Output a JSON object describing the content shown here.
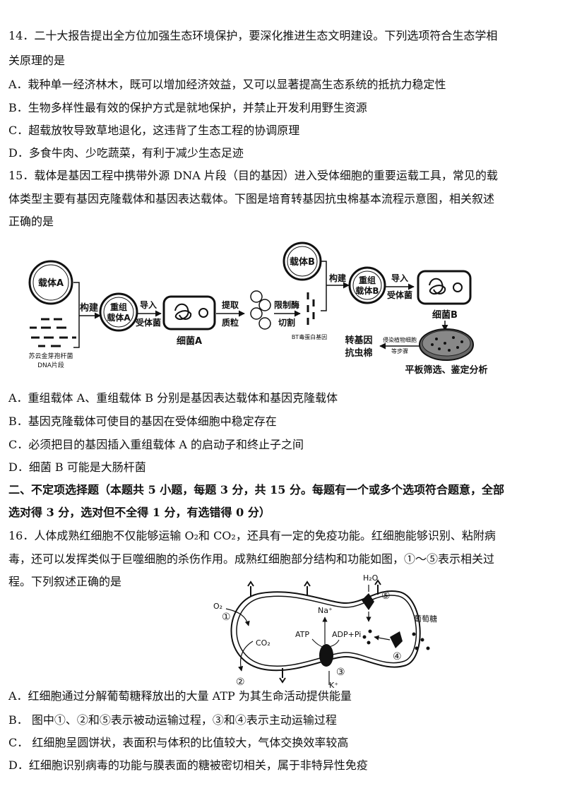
{
  "q14": {
    "stem1": "14．二十大报告提出全方位加强生态环境保护，要深化推进生态文明建设。下列选项符合生态学相",
    "stem2": "关原理的是",
    "a": "A．栽种单一经济林木，既可以增加经济效益，又可以显著提高生态系统的抵抗力稳定性",
    "b": "B．生物多样性最有效的保护方式是就地保护，并禁止开发利用野生资源",
    "c": "C．超载放牧导致草地退化，这违背了生态工程的协调原理",
    "d": "D．多食牛肉、少吃蔬菜，有利于减少生态足迹"
  },
  "q15": {
    "stem1": "15．载体是基因工程中携带外源 DNA 片段（目的基因）进入受体细胞的重要运载工具，常见的载",
    "stem2": "体类型主要有基因克隆载体和基因表达载体。下图是培育转基因抗虫棉基本流程示意图，相关叙述",
    "stem3": "正确的是",
    "a": "A．重组载体 A、重组载体 B 分别是基因表达载体和基因克隆载体",
    "b": "B．基因克隆载体可使目的基因在受体细胞中稳定存在",
    "c": "C．必须把目的基因插入重组载体 A 的启动子和终止子之间",
    "d": "D．细菌 B 可能是大肠杆菌",
    "diagram": {
      "vector_a": "载体A",
      "vector_b": "载体B",
      "build1": "构建",
      "build2": "构建",
      "rec_a_1": "重组",
      "rec_a_2": "载体A",
      "rec_b_1": "重组",
      "rec_b_2": "载体B",
      "import1_1": "导入",
      "import1_2": "受体菌",
      "import2_1": "导入",
      "import2_2": "受体菌",
      "bacteria_a": "细菌A",
      "bacteria_b": "细菌B",
      "extract_1": "提取",
      "extract_2": "质粒",
      "cut_1": "限制酶",
      "cut_2": "切割",
      "bt_gene": "BT毒蛋白基因",
      "dna_1": "苏云金芽孢杆菌",
      "dna_2": "DNA片段",
      "cotton_1": "转基因",
      "cotton_2": "抗虫棉",
      "infect_1": "侵染植物细胞",
      "infect_2": "等步骤",
      "screen": "平板筛选、鉴定分析"
    }
  },
  "section2": {
    "line1": "二、不定项选择题（本题共 5 小题，每题 3 分，共 15 分。每题有一个或多个选项符合题意，全部",
    "line2": "选对得 3 分，选对但不全得 1 分，有选错得 0 分）"
  },
  "q16": {
    "stem1": "16．人体成熟红细胞不仅能够运输 O₂和 CO₂，还具有一定的免疫功能。红细胞能够识别、粘附病",
    "stem2": "毒，还可以发挥类似于巨噬细胞的杀伤作用。成熟红细胞部分结构和功能如图，①～⑤表示相关过",
    "stem3": "程。下列叙述正确的是",
    "a": "A．红细胞通过分解葡萄糖释放出的大量 ATP 为其生命活动提供能量",
    "b": "B．  图中①、②和⑤表示被动运输过程，③和④表示主动运输过程",
    "c": "C．  红细胞呈圆饼状，表面积与体积的比值较大，气体交换效率较高",
    "d": "D．红细胞识别病毒的功能与膜表面的糖被密切相关，属于非特异性免疫",
    "diagram": {
      "o2": "O₂",
      "co2": "CO₂",
      "h2o": "H₂O",
      "na": "Na⁺",
      "k": "K⁺",
      "atp": "ATP",
      "adp": "ADP+Pi",
      "glucose": "葡萄糖",
      "n1": "①",
      "n2": "②",
      "n3": "③",
      "n4": "④",
      "n5": "⑤"
    }
  }
}
